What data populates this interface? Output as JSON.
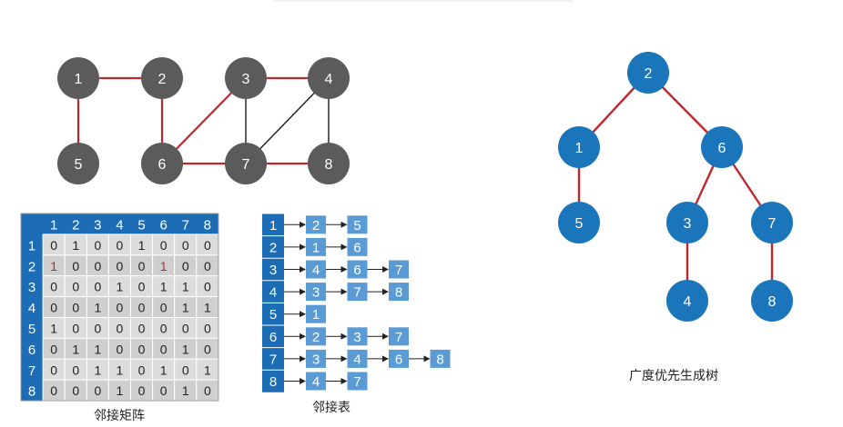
{
  "colors": {
    "grey_node": "#5b5b5b",
    "blue_node": "#1b75bb",
    "red_edge": "#c0272d",
    "black_edge": "#1a1a1a",
    "matrix_header": "#1c6db5",
    "matrix_cell": "#dcdcdc",
    "matrix_cell_alt": "#cfcfcf",
    "list_head": "#1c6db5",
    "list_node": "#5b9bd5"
  },
  "graph": {
    "nodes": [
      "1",
      "2",
      "3",
      "4",
      "5",
      "6",
      "7",
      "8"
    ],
    "edges": [
      {
        "from": "1",
        "to": "2",
        "color": "red"
      },
      {
        "from": "1",
        "to": "5",
        "color": "red"
      },
      {
        "from": "2",
        "to": "6",
        "color": "red"
      },
      {
        "from": "6",
        "to": "3",
        "color": "red"
      },
      {
        "from": "3",
        "to": "4",
        "color": "red"
      },
      {
        "from": "3",
        "to": "7",
        "color": "black"
      },
      {
        "from": "4",
        "to": "7",
        "color": "black"
      },
      {
        "from": "4",
        "to": "8",
        "color": "black"
      },
      {
        "from": "6",
        "to": "7",
        "color": "red"
      },
      {
        "from": "7",
        "to": "8",
        "color": "red"
      }
    ]
  },
  "matrix": {
    "caption": "邻接矩阵",
    "headers": [
      "1",
      "2",
      "3",
      "4",
      "5",
      "6",
      "7",
      "8"
    ],
    "rows": [
      {
        "label": "1",
        "cells": [
          "0",
          "1",
          "0",
          "0",
          "1",
          "0",
          "0",
          "0"
        ]
      },
      {
        "label": "2",
        "cells": [
          "1",
          "0",
          "0",
          "0",
          "0",
          "1",
          "0",
          "0"
        ]
      },
      {
        "label": "3",
        "cells": [
          "0",
          "0",
          "0",
          "1",
          "0",
          "1",
          "1",
          "0"
        ]
      },
      {
        "label": "4",
        "cells": [
          "0",
          "0",
          "1",
          "0",
          "0",
          "0",
          "1",
          "1"
        ]
      },
      {
        "label": "5",
        "cells": [
          "1",
          "0",
          "0",
          "0",
          "0",
          "0",
          "0",
          "0"
        ]
      },
      {
        "label": "6",
        "cells": [
          "0",
          "1",
          "1",
          "0",
          "0",
          "0",
          "1",
          "0"
        ]
      },
      {
        "label": "7",
        "cells": [
          "0",
          "0",
          "1",
          "1",
          "0",
          "1",
          "0",
          "1"
        ]
      },
      {
        "label": "8",
        "cells": [
          "0",
          "0",
          "0",
          "1",
          "0",
          "0",
          "1",
          "0"
        ]
      }
    ],
    "highlight": [
      [
        1,
        0
      ],
      [
        1,
        5
      ]
    ]
  },
  "adjlist": {
    "caption": "邻接表",
    "rows": [
      {
        "head": "1",
        "items": [
          "2",
          "5"
        ]
      },
      {
        "head": "2",
        "items": [
          "1",
          "6"
        ]
      },
      {
        "head": "3",
        "items": [
          "4",
          "6",
          "7"
        ]
      },
      {
        "head": "4",
        "items": [
          "3",
          "7",
          "8"
        ]
      },
      {
        "head": "5",
        "items": [
          "1"
        ]
      },
      {
        "head": "6",
        "items": [
          "2",
          "3",
          "7"
        ]
      },
      {
        "head": "7",
        "items": [
          "3",
          "4",
          "6",
          "8"
        ]
      },
      {
        "head": "8",
        "items": [
          "4",
          "7"
        ]
      }
    ]
  },
  "tree": {
    "caption": "广度优先生成树",
    "nodes": [
      "2",
      "1",
      "6",
      "5",
      "3",
      "7",
      "4",
      "8"
    ],
    "edges": [
      [
        "2",
        "1"
      ],
      [
        "2",
        "6"
      ],
      [
        "1",
        "5"
      ],
      [
        "6",
        "3"
      ],
      [
        "6",
        "7"
      ],
      [
        "3",
        "4"
      ],
      [
        "7",
        "8"
      ]
    ]
  }
}
